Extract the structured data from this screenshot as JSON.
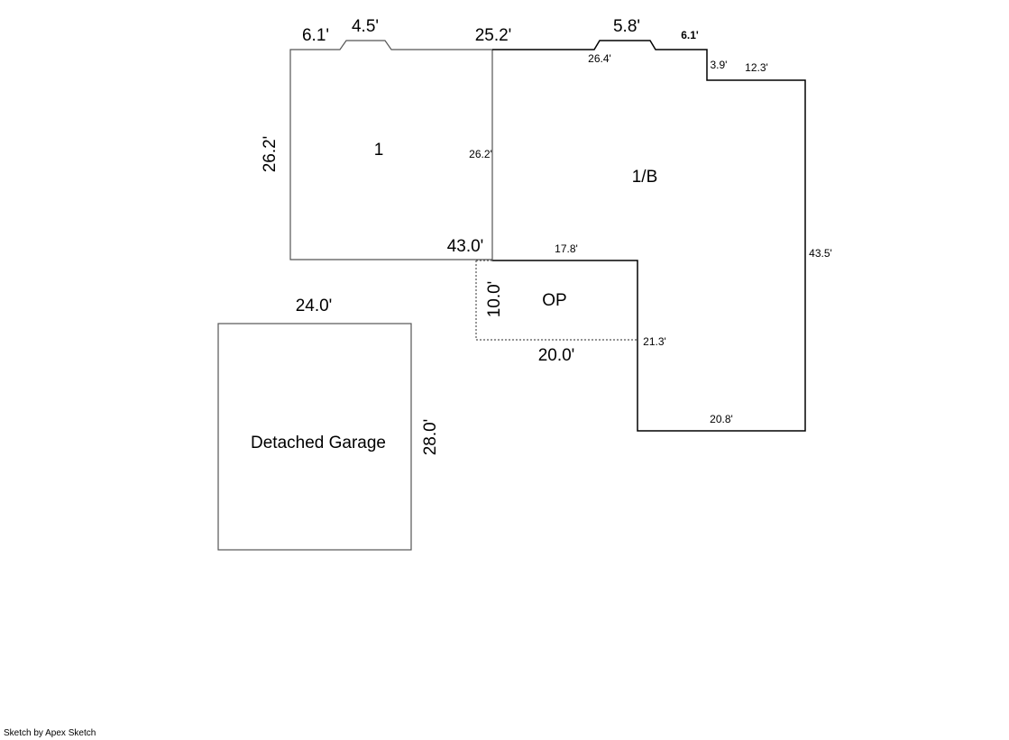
{
  "rooms": {
    "main_1": "1",
    "basement_1b": "1/B",
    "open_porch": "OP",
    "garage": "Detached Garage"
  },
  "dimensions": {
    "top_left_6_1": "6.1'",
    "top_bump_4_5": "4.5'",
    "top_25_2": "25.2'",
    "top_bump_5_8": "5.8'",
    "top_right_6_1": "6.1'",
    "inner_26_4": "26.4'",
    "step_3_9": "3.9'",
    "step_12_3": "12.3'",
    "left_26_2": "26.2'",
    "inner_26_2": "26.2'",
    "right_43_5": "43.5'",
    "bottom_43_0": "43.0'",
    "porch_top_17_8": "17.8'",
    "porch_left_10_0": "10.0'",
    "porch_bottom_20_0": "20.0'",
    "porch_right_21_3": "21.3'",
    "bottom_20_8": "20.8'",
    "garage_top_24_0": "24.0'",
    "garage_side_28_0": "28.0'"
  },
  "credit": "Sketch by Apex Sketch"
}
